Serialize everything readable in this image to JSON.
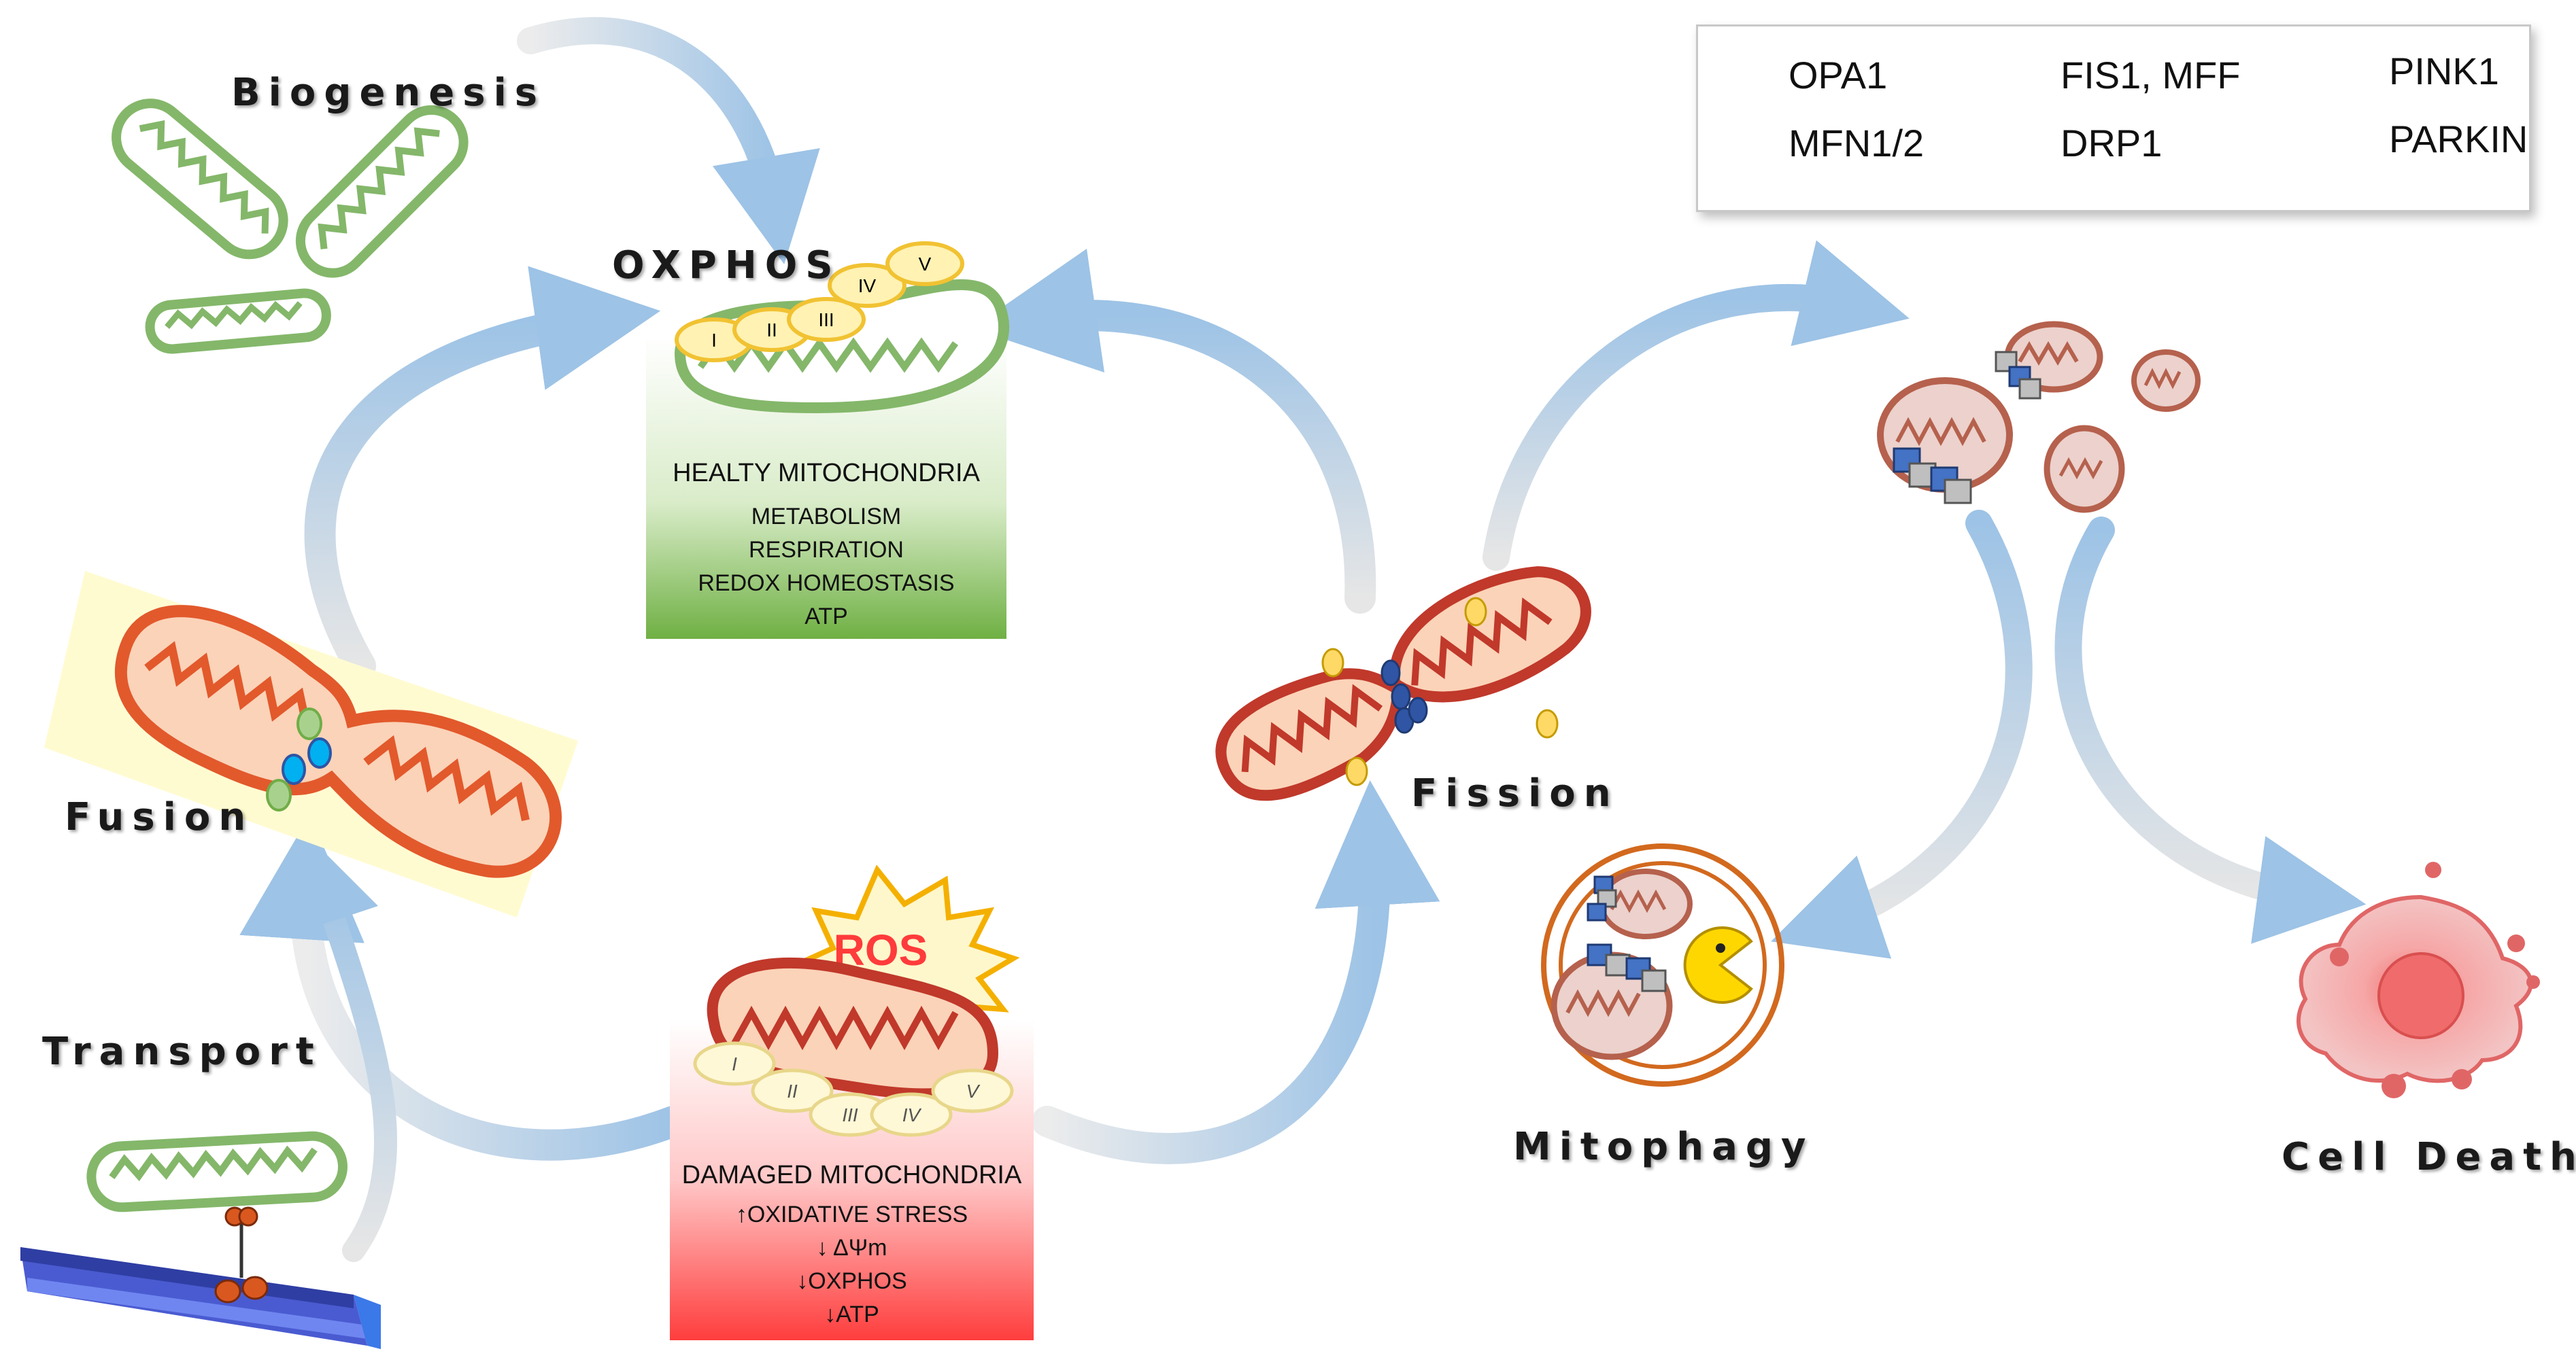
{
  "legend": {
    "items": [
      {
        "label": "OPA1",
        "icon": "blue-ellipse-icon",
        "color": "#00b0f0"
      },
      {
        "label": "FIS1, MFF",
        "icon": "yellow-ellipse-icon",
        "color": "#ffd966"
      },
      {
        "label": "PINK1",
        "icon": "blue-square-icon",
        "color": "#4472c4"
      },
      {
        "label": "MFN1/2",
        "icon": "green-ellipse-icon",
        "color": "#a9d18e"
      },
      {
        "label": "DRP1",
        "icon": "darkblue-ellipse-icon",
        "color": "#2f55a4"
      },
      {
        "label": "PARKIN",
        "icon": "gray-square-icon",
        "color": "#bfbfbf"
      }
    ]
  },
  "labels": {
    "biogenesis": "Biogenesis",
    "oxphos": "OXPHOS",
    "fusion": "Fusion",
    "transport": "Transport",
    "fission": "Fission",
    "mitophagy": "Mitophagy",
    "cell_death": "Cell Death",
    "ros": "ROS"
  },
  "healthy": {
    "title": "HEALTY MITOCHONDRIA",
    "lines": [
      "METABOLISM",
      "RESPIRATION",
      "REDOX HOMEOSTASIS",
      "ATP"
    ],
    "complexes": [
      "I",
      "II",
      "III",
      "IV",
      "V"
    ]
  },
  "damaged": {
    "title": "DAMAGED MITOCHONDRIA",
    "lines": [
      "↑OXIDATIVE STRESS",
      "↓ ΔΨm",
      "↓OXPHOS",
      "↓ATP"
    ],
    "complexes": [
      "I",
      "II",
      "III",
      "IV",
      "V"
    ]
  },
  "colors": {
    "healthy_green": "#70ad47",
    "damaged_red": "#ff4b4b",
    "mito_orange": "#f4a582",
    "mito_brown": "#c88b7a",
    "arrow_blue": "#9dc3e6"
  }
}
